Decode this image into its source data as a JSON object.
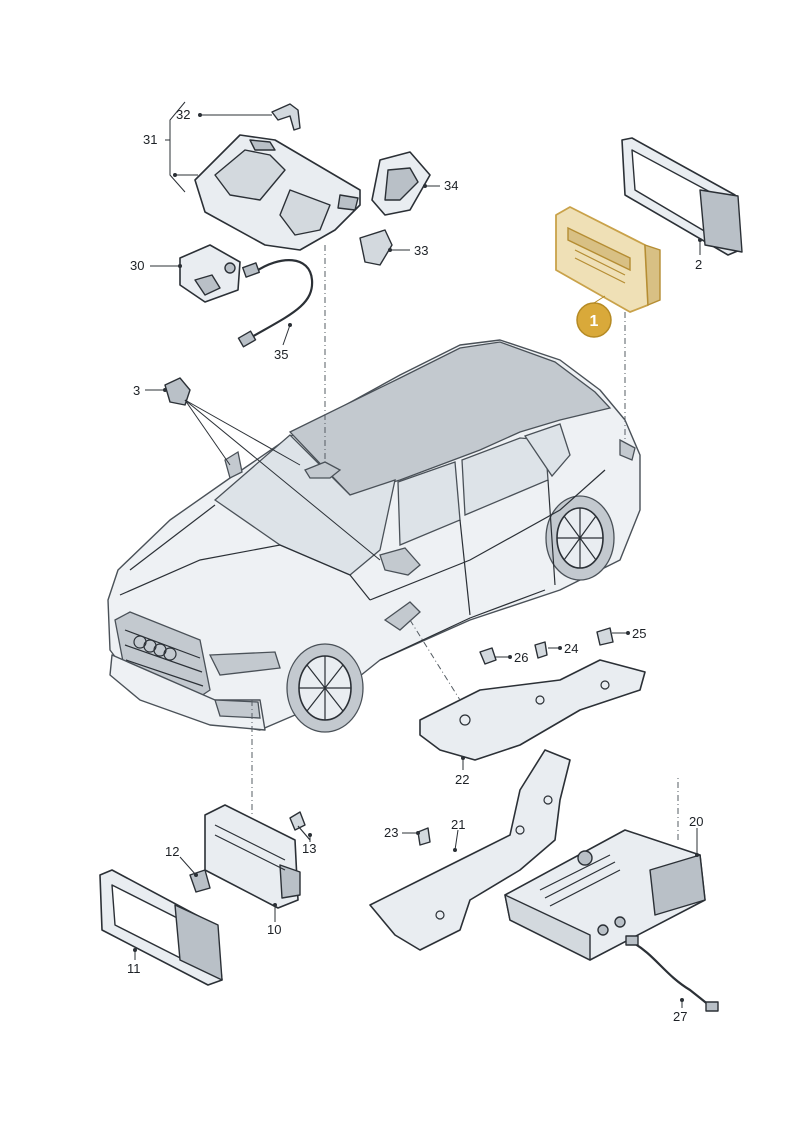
{
  "highlighted_part": "1",
  "callouts": {
    "c1": "1",
    "c2": "2",
    "c3": "3",
    "c10": "10",
    "c11": "11",
    "c12": "12",
    "c13": "13",
    "c20": "20",
    "c21": "21",
    "c22": "22",
    "c23": "23",
    "c24": "24",
    "c25": "25",
    "c26": "26",
    "c27": "27",
    "c30": "30",
    "c31": "31",
    "c32": "32",
    "c33": "33",
    "c34": "34",
    "c35": "35"
  },
  "colors": {
    "highlight_fill": "#efe0b6",
    "highlight_badge": "#d9a93a",
    "line": "#2b3036"
  }
}
